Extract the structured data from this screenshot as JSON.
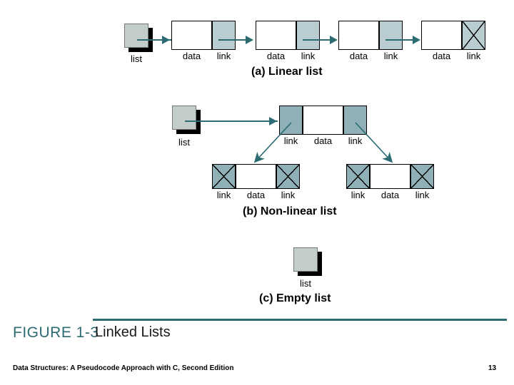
{
  "figure": {
    "number": "FIGURE 1-3",
    "title": "Linked Lists",
    "rule_color": "#2d6b72"
  },
  "footer": {
    "book": "Data Structures: A Pseudocode Approach with C, Second Edition",
    "page": "13"
  },
  "colors": {
    "link_cell": "#b9ccd1",
    "link_cell_dark": "#8fb0b6",
    "data_cell": "#ffffff",
    "head_box": "#c2ccca",
    "arrow": "#2d6b72",
    "border": "#000000",
    "accent_teal": "#2d6b72"
  },
  "panels": [
    {
      "id": "linear",
      "caption": "(a) Linear list",
      "head_label": "list",
      "nodes": [
        {
          "data_label": "data",
          "link_label": "link",
          "link_null": false
        },
        {
          "data_label": "data",
          "link_label": "link",
          "link_null": false
        },
        {
          "data_label": "data",
          "link_label": "link",
          "link_null": false
        },
        {
          "data_label": "data",
          "link_label": "link",
          "link_null": true
        }
      ]
    },
    {
      "id": "nonlinear",
      "caption": "(b) Non-linear list",
      "head_label": "list",
      "root": {
        "left_link_label": "link",
        "data_label": "data",
        "right_link_label": "link",
        "left_link_null": false,
        "right_link_null": false
      },
      "children": [
        {
          "left_link_label": "link",
          "data_label": "data",
          "right_link_label": "link",
          "left_link_null": true,
          "right_link_null": true
        },
        {
          "left_link_label": "link",
          "data_label": "data",
          "right_link_label": "link",
          "left_link_null": true,
          "right_link_null": true
        }
      ]
    },
    {
      "id": "empty",
      "caption": "(c) Empty list",
      "head_label": "list",
      "head_null": true
    }
  ]
}
